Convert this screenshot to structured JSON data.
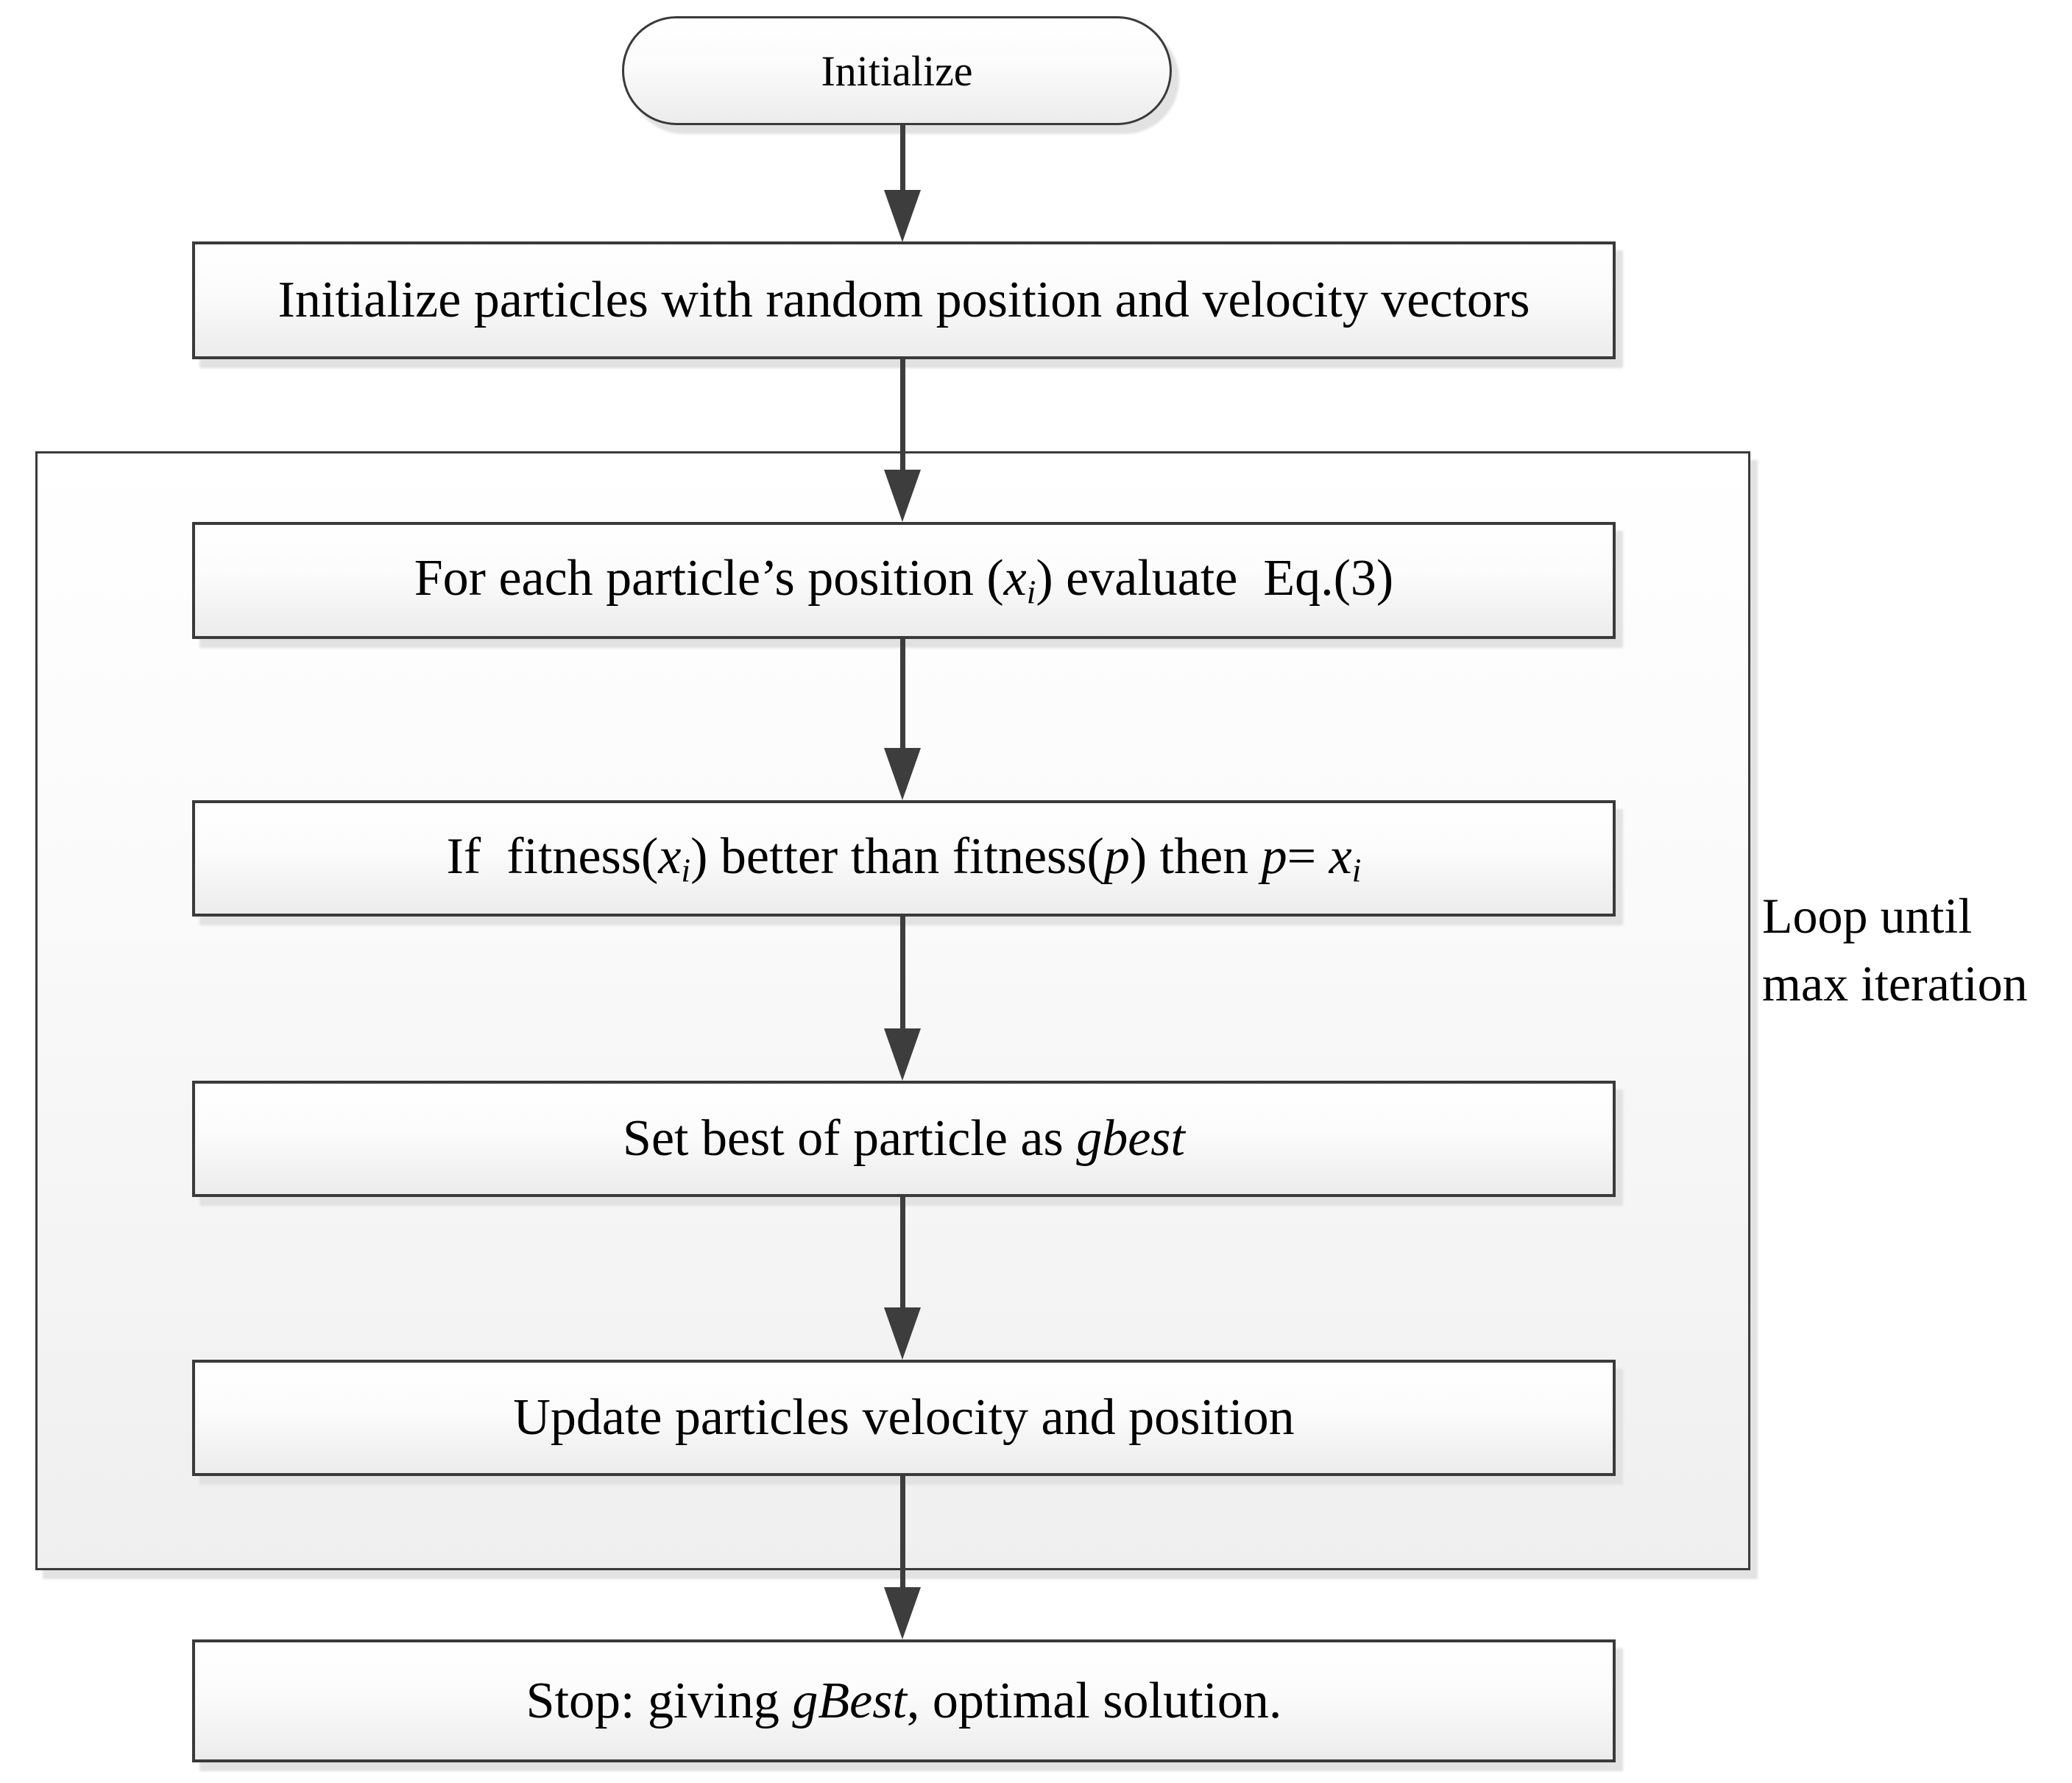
{
  "colors": {
    "background": "#ffffff",
    "border": "#3a3a3a",
    "arrow": "#3d3d3d",
    "fill_top": "#ffffff",
    "fill_bottom": "#ececec",
    "shadow": "#e2e2e2",
    "text": "#000000"
  },
  "nodes": {
    "start": {
      "segments": [
        {
          "text": "Initialize"
        }
      ]
    },
    "step_init_particles": {
      "segments": [
        {
          "text": "Initialize particles with random position and velocity vectors"
        }
      ]
    },
    "step_evaluate": {
      "segments": [
        {
          "text": "For each particle’s position ("
        },
        {
          "text": "x",
          "style": "italic"
        },
        {
          "text": "i",
          "style": "italic-sub"
        },
        {
          "text": ") evaluate  Eq.(3)"
        }
      ]
    },
    "step_fitness": {
      "segments": [
        {
          "text": "If  fitness("
        },
        {
          "text": "x",
          "style": "italic"
        },
        {
          "text": "i",
          "style": "italic-sub"
        },
        {
          "text": ") better than fitness("
        },
        {
          "text": "p",
          "style": "italic"
        },
        {
          "text": ") then "
        },
        {
          "text": "p",
          "style": "italic"
        },
        {
          "text": "= "
        },
        {
          "text": "x",
          "style": "italic"
        },
        {
          "text": "i",
          "style": "italic-sub"
        }
      ]
    },
    "step_set_gbest": {
      "segments": [
        {
          "text": "Set best of particle as "
        },
        {
          "text": "gbest",
          "style": "italic"
        }
      ]
    },
    "step_update": {
      "segments": [
        {
          "text": "Update particles velocity and position"
        }
      ]
    },
    "stop": {
      "segments": [
        {
          "text": "Stop: giving "
        },
        {
          "text": "gBest",
          "style": "italic"
        },
        {
          "text": ", optimal solution."
        }
      ]
    },
    "loop_label": {
      "line1": "Loop until",
      "line2": "max iteration"
    }
  }
}
